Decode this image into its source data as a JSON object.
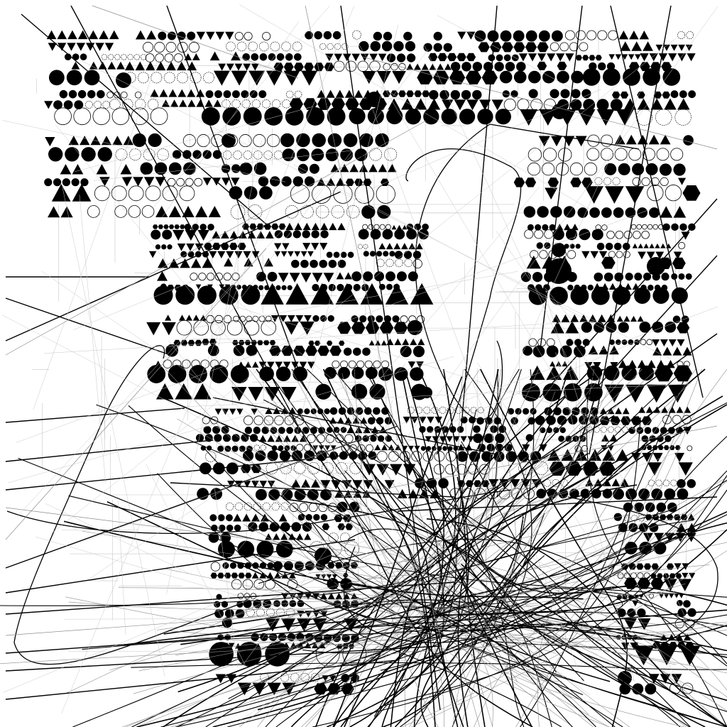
{
  "artwork": {
    "type": "generative-plot",
    "colors": {
      "background": "#ffffff",
      "ink": "#000000",
      "fine_line": "#8c8c8c",
      "faint_line": "#c8c8c8"
    },
    "glyph_kinds": [
      "circle-filled",
      "circle-outline",
      "triangle-up",
      "triangle-down",
      "hexagon",
      "ring-dotted"
    ],
    "seed": 731
  }
}
